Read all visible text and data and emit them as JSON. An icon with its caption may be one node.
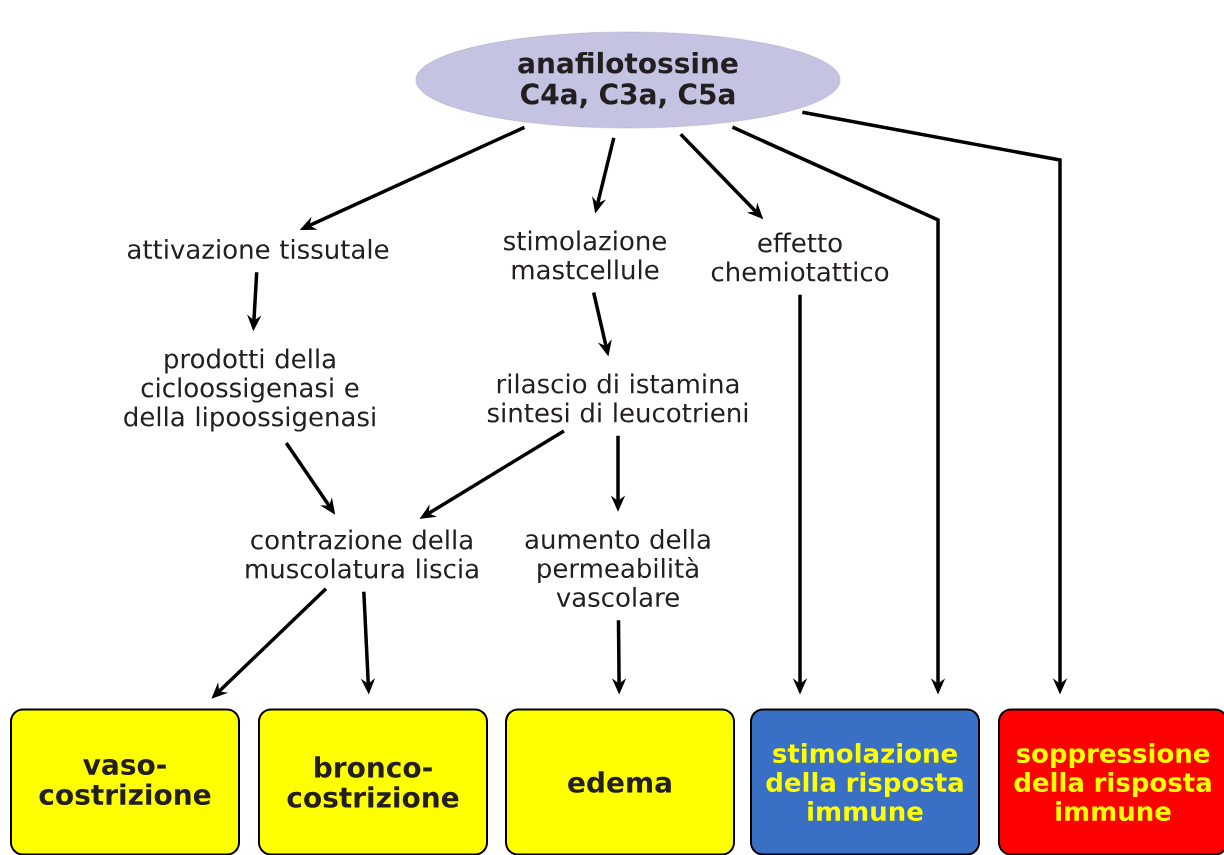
{
  "diagram": {
    "nodes": [
      {
        "text": [
          "anafilotossine C4a, C3a, C5a"
        ]
      },
      {
        "text": [
          "attivazione tissutale"
        ]
      },
      {
        "text": [
          "stimolazione mastcellule"
        ]
      },
      {
        "text": [
          "effetto chemiotattico"
        ]
      },
      {
        "text": [
          "prodotti della cicloossigenasi e della lipoossigenasi"
        ]
      },
      {
        "text": [
          "rilascio di istamina sintesi di leucotrieni"
        ]
      },
      {
        "text": [
          "contrazione della muscolatura liscia"
        ]
      },
      {
        "text": [
          "aumento della permeabilità vascolare"
        ]
      },
      {
        "text": [
          "vaso- costrizione"
        ]
      },
      {
        "text": [
          "bronco- costrizione"
        ]
      },
      {
        "text": [
          "edema"
        ]
      },
      {
        "text": [
          "stimolazione della risposta immune"
        ]
      },
      {
        "text": [
          "soppressione della risposta immune"
        ]
      }
    ],
    "edges": [
      {
        "from": 0,
        "to": 1,
        "arrow": "to"
      },
      {
        "from": 0,
        "to": 2,
        "arrow": "to"
      },
      {
        "from": 0,
        "to": 3,
        "arrow": "to"
      },
      {
        "from": 0,
        "to": 11,
        "arrow": "to"
      },
      {
        "from": 0,
        "to": 12,
        "arrow": "to"
      },
      {
        "from": 1,
        "to": 4,
        "arrow": "to"
      },
      {
        "from": 2,
        "to": 5,
        "arrow": "to"
      },
      {
        "from": 3,
        "to": 11,
        "arrow": "to"
      },
      {
        "from": 4,
        "to": 6,
        "arrow": "to"
      },
      {
        "from": 5,
        "to": 6,
        "arrow": "to"
      },
      {
        "from": 5,
        "to": 7,
        "arrow": "to"
      },
      {
        "from": 6,
        "to": 8,
        "arrow": "to"
      },
      {
        "from": 6,
        "to": 9,
        "arrow": "to"
      },
      {
        "from": 7,
        "to": 10,
        "arrow": "to"
      }
    ]
  }
}
